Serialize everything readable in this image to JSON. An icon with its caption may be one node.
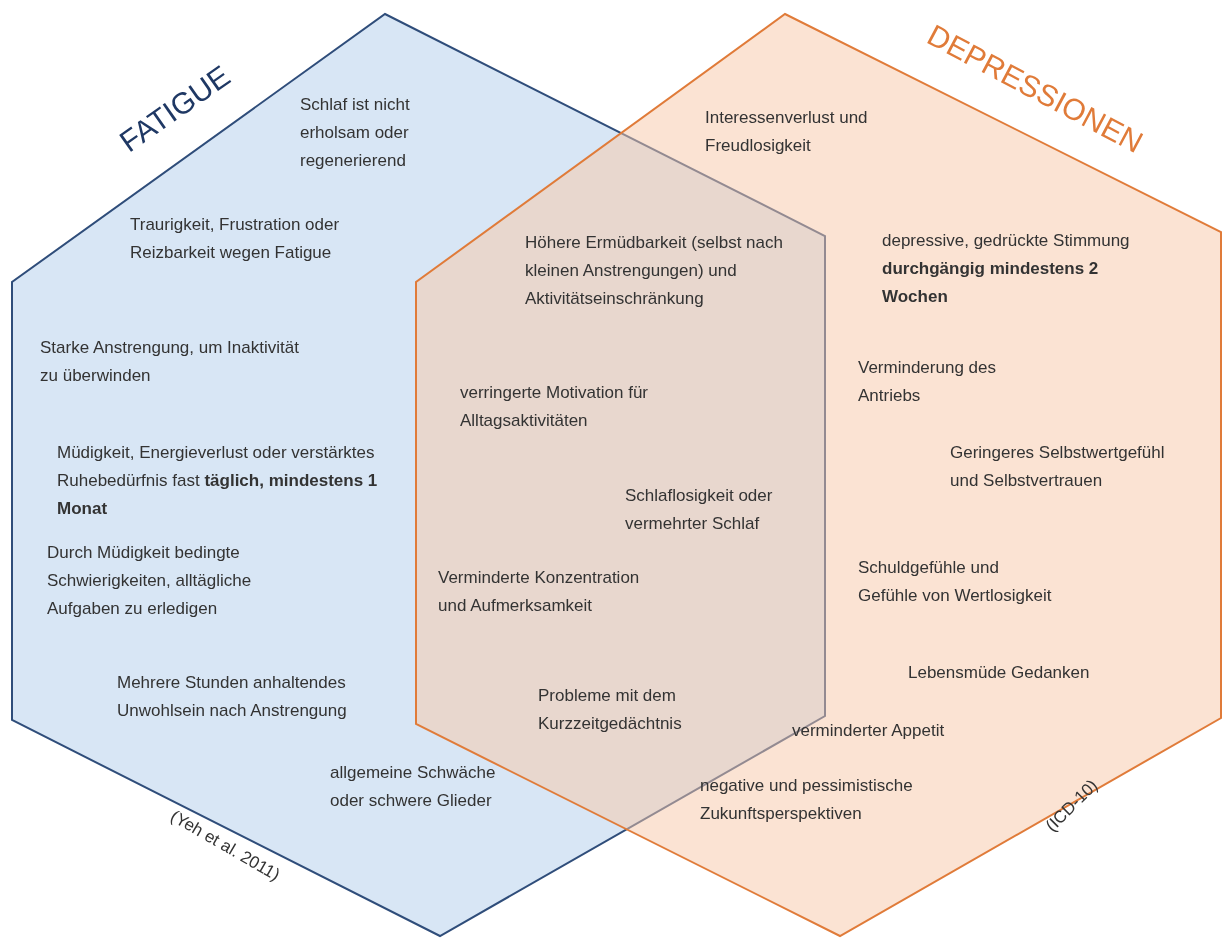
{
  "diagram": {
    "nodes": [
      {
        "text": [
          "FATIGUE"
        ],
        "beside": [
          "(Yeh et al. 2011)"
        ]
      },
      {
        "text": [
          "DEPRESSIONEN"
        ],
        "beside": [
          "(ICD-10)"
        ]
      }
    ],
    "labels": [
      "Schlaf ist nicht erholsam oder regenerierend",
      "Traurigkeit, Frustration oder Reizbarkeit wegen Fatigue",
      "Interessenverlust und Freudlosigkeit",
      "Höhere Ermüdbarkeit (selbst nach kleinen Anstrengungen) und Aktivitätseinschränkung",
      "depressive, gedrückte Stimmung **durchgängig mindestens 2 Wochen**",
      "Starke Anstrengung, um Inaktivität zu überwinden",
      "Verminderung des Antriebs",
      "verringerte Motivation für Alltagsaktivitäten",
      "Müdigkeit, Energieverlust oder verstärktes Ruhebedürfnis fast **täglich, mindestens 1 Monat**",
      "Geringeres Selbstwertgefühl und Selbstvertrauen",
      "Schlaflosigkeit oder vermehrter Schlaf",
      "Durch Müdigkeit bedingte Schwierigkeiten, alltägliche Aufgaben zu erledigen",
      "Verminderte Konzentration und Aufmerksamkeit",
      "Schuldgefühle und Gefühle von Wertlosigkeit",
      "Lebensmüde Gedanken",
      "Mehrere Stunden anhaltendes Unwohlsein nach Anstrengung",
      "Probleme mit dem Kurzzeitgedächtnis",
      "verminderter Appetit",
      "allgemeine Schwäche oder schwere Glieder",
      "negative und pessimistische Zukunftsperspektiven"
    ]
  }
}
